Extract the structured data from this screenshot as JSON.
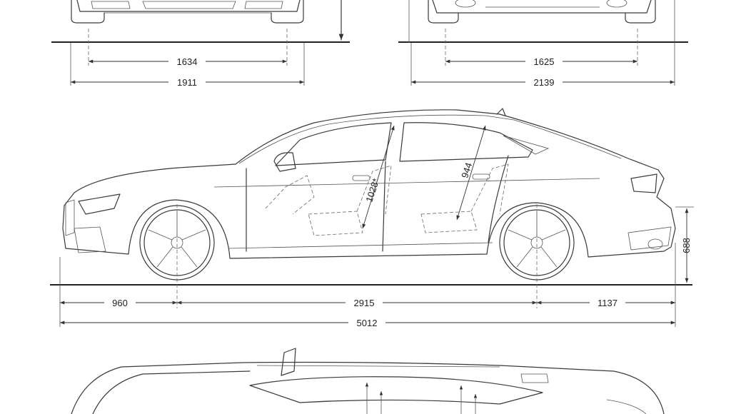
{
  "dimensions": {
    "front_track": "1634",
    "front_width": "1911",
    "rear_track": "1625",
    "rear_width_mirrors": "2139",
    "front_overhang": "960",
    "wheelbase": "2915",
    "rear_overhang": "1137",
    "overall_length": "5012",
    "front_headroom": "1028*",
    "rear_headroom": "944",
    "rear_height": "688"
  },
  "colors": {
    "line": "#3a3a3a",
    "background": "#ffffff"
  }
}
